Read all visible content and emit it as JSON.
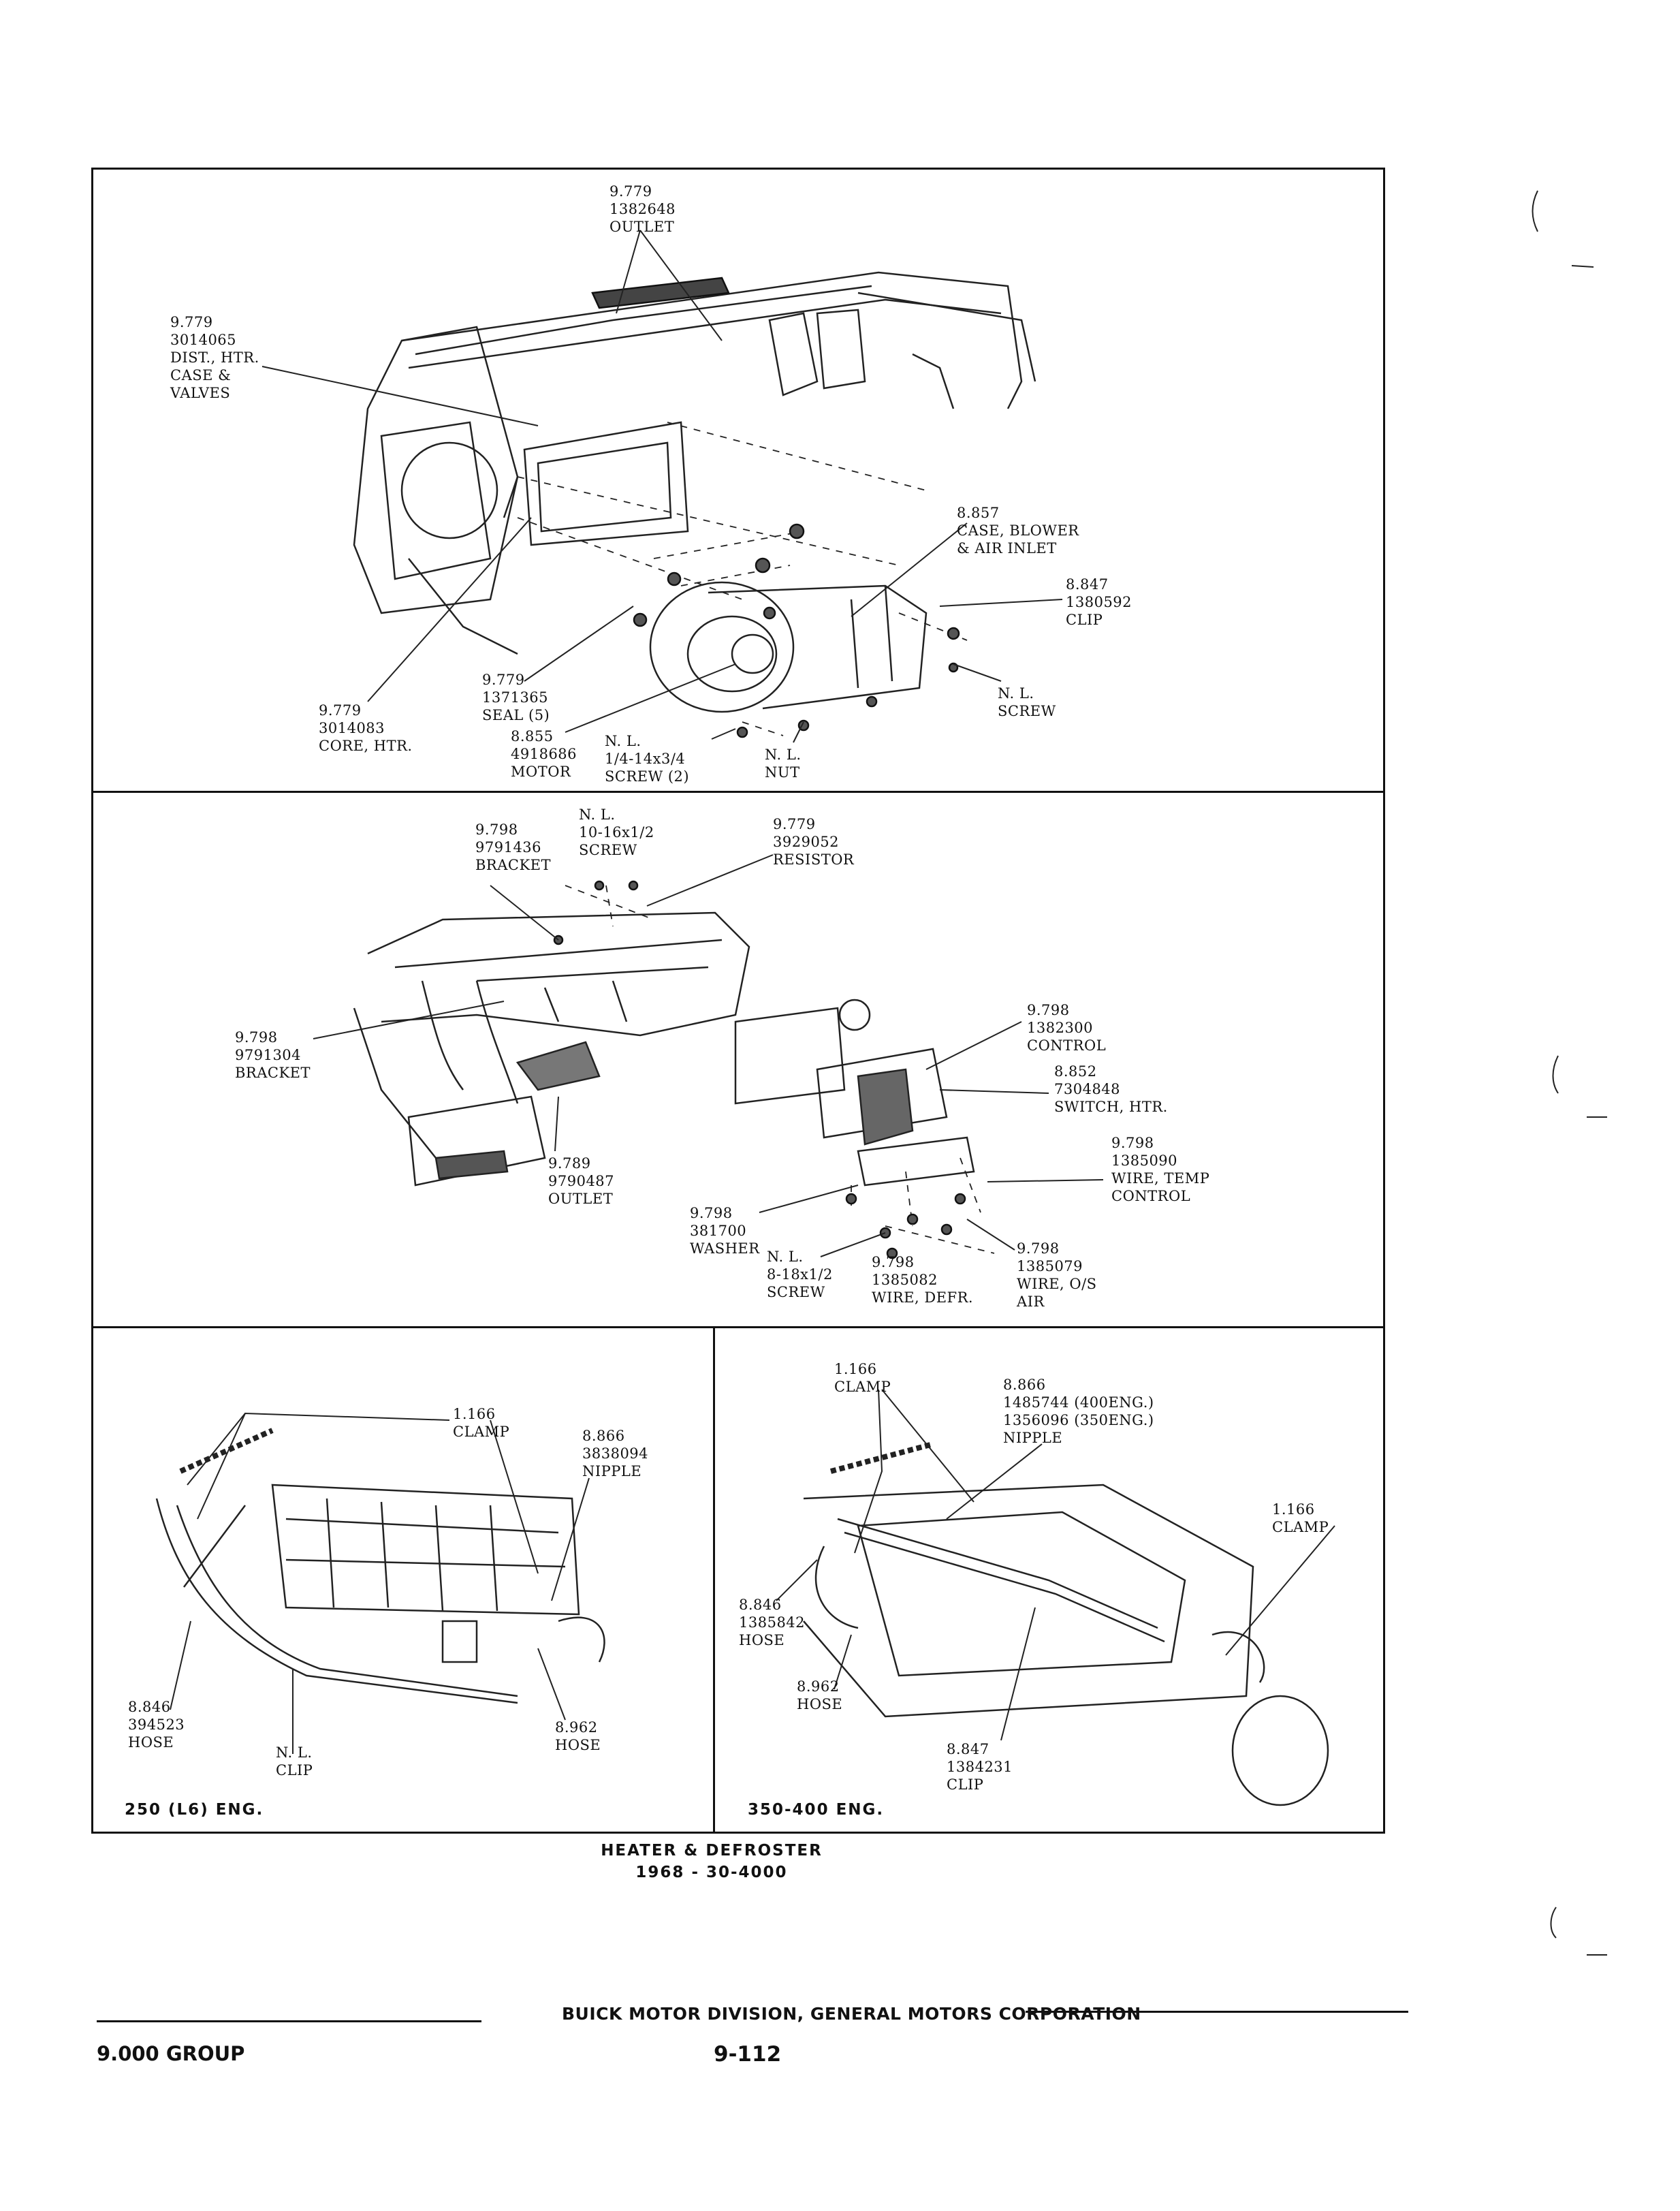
{
  "labels": {
    "outlet_top": [
      "9.779",
      "1382648",
      "OUTLET"
    ],
    "dist_case": [
      "9.779",
      "3014065",
      "DIST., HTR.",
      "CASE &",
      "VALVES"
    ],
    "case_blower": [
      "8.857",
      "CASE, BLOWER",
      "& AIR INLET"
    ],
    "clip_top": [
      "8.847",
      "1380592",
      "CLIP"
    ],
    "screw_nl_top": [
      "N. L.",
      "SCREW"
    ],
    "core": [
      "9.779",
      "3014083",
      "CORE, HTR."
    ],
    "seal": [
      "9.779",
      "1371365",
      "SEAL (5)"
    ],
    "motor": [
      "8.855",
      "4918686",
      "MOTOR"
    ],
    "screw2": [
      "N. L.",
      "1/4-14x3/4",
      "SCREW (2)"
    ],
    "nut": [
      "N. L.",
      "NUT"
    ],
    "bracket_9791436": [
      "9.798",
      "9791436",
      "BRACKET"
    ],
    "screw_10_16": [
      "N. L.",
      "10-16x1/2",
      "SCREW"
    ],
    "resistor": [
      "9.779",
      "3929052",
      "RESISTOR"
    ],
    "bracket_9791304": [
      "9.798",
      "9791304",
      "BRACKET"
    ],
    "control": [
      "9.798",
      "1382300",
      "CONTROL"
    ],
    "switch": [
      "8.852",
      "7304848",
      "SWITCH, HTR."
    ],
    "outlet_mid": [
      "9.789",
      "9790487",
      "OUTLET"
    ],
    "wire_temp": [
      "9.798",
      "1385090",
      "WIRE, TEMP",
      "CONTROL"
    ],
    "washer": [
      "9.798",
      "381700",
      "WASHER"
    ],
    "screw_8_18": [
      "N. L.",
      "8-18x1/2",
      "SCREW"
    ],
    "wire_defr": [
      "9.798",
      "1385082",
      "WIRE, DEFR."
    ],
    "wire_os": [
      "9.798",
      "1385079",
      "WIRE, O/S",
      "AIR"
    ],
    "clamp_l6": [
      "1.166",
      "CLAMP"
    ],
    "nipple_l6": [
      "8.866",
      "3838094",
      "NIPPLE"
    ],
    "hose_l6_left": [
      "8.846",
      "394523",
      "HOSE"
    ],
    "clip_l6": [
      "N. L.",
      "CLIP"
    ],
    "hose_l6_right": [
      "8.962",
      "HOSE"
    ],
    "clamp_v8_top": [
      "1.166",
      "CLAMP"
    ],
    "nipple_v8": [
      "8.866",
      "1485744 (400ENG.)",
      "1356096 (350ENG.)",
      "NIPPLE"
    ],
    "clamp_v8_right": [
      "1.166",
      "CLAMP"
    ],
    "hose_v8_left": [
      "8.846",
      "1385842",
      "HOSE"
    ],
    "hose_v8_mid": [
      "8.962",
      "HOSE"
    ],
    "clip_v8": [
      "8.847",
      "1384231",
      "CLIP"
    ]
  },
  "panels": {
    "l6_label": "250 (L6) ENG.",
    "v8_label": "350-400 ENG."
  },
  "caption": {
    "line1": "HEATER & DEFROSTER",
    "line2": "1968 - 30-4000"
  },
  "footer": {
    "division": "BUICK MOTOR DIVISION, GENERAL MOTORS CORPORATION",
    "group": "9.000 GROUP",
    "page": "9-112"
  }
}
